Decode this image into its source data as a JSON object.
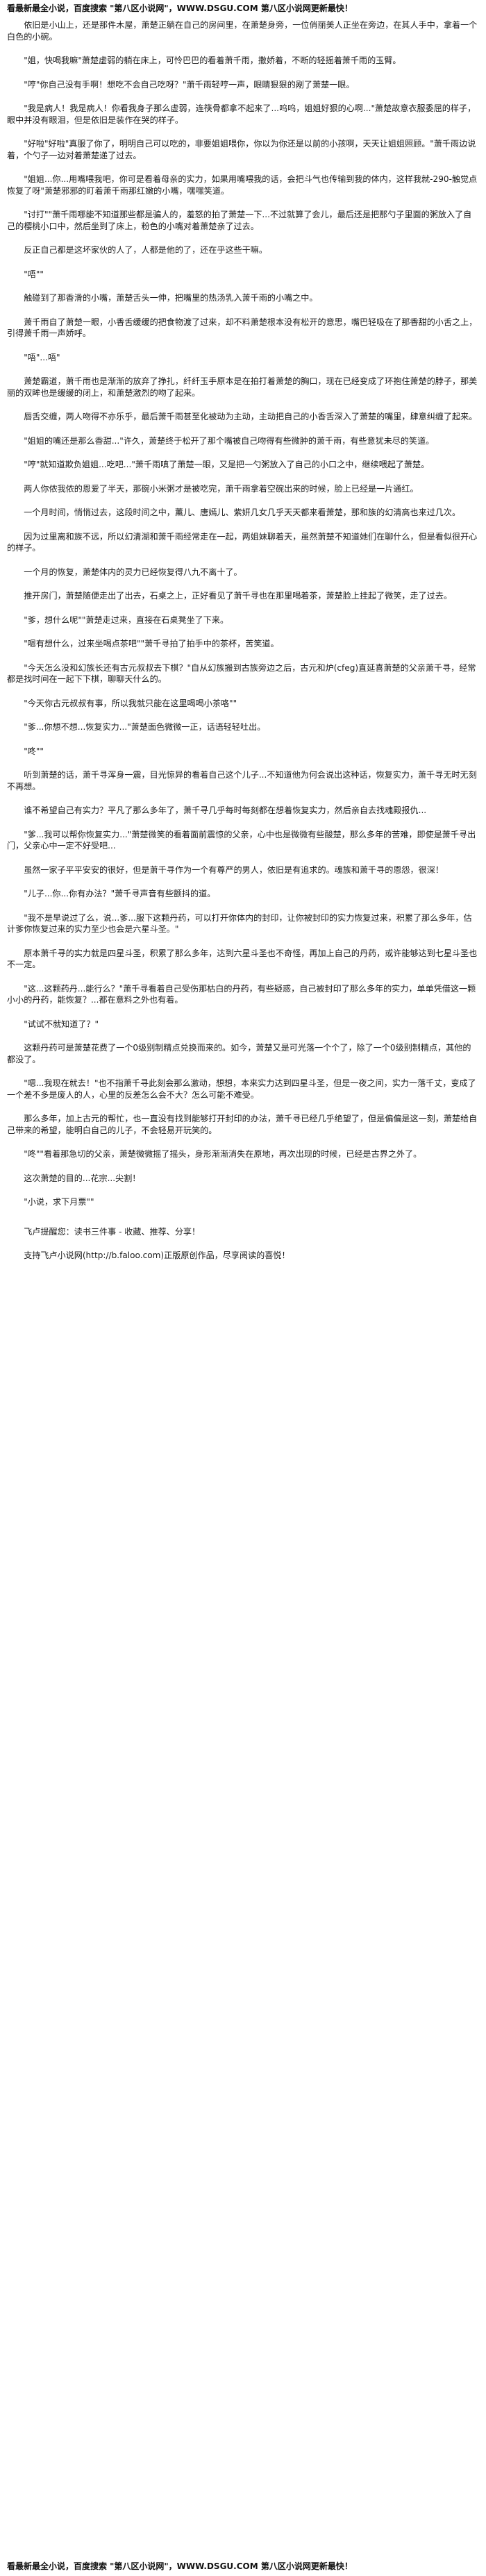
{
  "banner": {
    "top": "看最新最全小说，百度搜索 \"第八区小说网\"，WWW.DSGU.COM 第八区小说网更新最快！",
    "bottom": "看最新最全小说，百度搜索 \"第八区小说网\"，WWW.DSGU.COM 第八区小说网更新最快！"
  },
  "paragraphs": [
    "依旧是小山上，还是那件木屋，萧楚正躺在自己的房间里，在萧楚身旁，一位俏丽美人正坐在旁边，在其人手中，拿着一个白色的小碗。",
    "\"姐，快喝我嘛\"萧楚虚弱的躺在床上，可怜巴巴的看着萧千雨，撒娇着，不断的轻摇着萧千雨的玉臂。",
    "\"哼\"你自己没有手啊！想吃不会自己吃呀？\"萧千雨轻哼一声，眼睛狠狠的剐了萧楚一眼。",
    "\"我是病人！我是病人！你看我身子那么虚弱，连筷骨都拿不起来了...呜呜，姐姐好狠的心啊...\"萧楚故意衣服委屈的样子，眼中并没有眼泪，但是依旧是装作在哭的样子。",
    "\"好啦\"好啦\"真服了你了，明明自己可以吃的，非要姐姐喂你，你以为你还是以前的小孩啊，天天让姐姐照顾。\"萧千雨边说着，个勺子一边对着萧楚递了过去。",
    "\"姐姐...你...用嘴喂我吧，你可是看着母亲的实力，如果用嘴喂我的话，会把斗气也传输到我的体内，这样我就-290-触觉点恢复了呀\"萧楚邪邪的盯着萧千雨那红嫩的小嘴，嘿嘿笑道。",
    "\"讨打\"\"萧千雨哪能不知道那些都是骗人的，羞怒的拍了萧楚一下...不过就算了会儿，最后还是把那勺子里面的粥放入了自己的樱桃小口中，然后坐到了床上，粉色的小嘴对着萧楚亲了过去。",
    "反正自己都是这坏家伙的人了，人都是他的了，还在乎这些干嘛。",
    "\"唔\"\"",
    "触碰到了那香滑的小嘴，萧楚舌头一伸，把嘴里的热汤乳入萧千雨的小嘴之中。",
    "萧千雨自了萧楚一眼，小香舌缓缓的把食物渡了过来，却不料萧楚根本没有松开的意思，嘴巴轻吸在了那香甜的小舌之上，引得萧千雨一声娇呼。",
    "\"唔\"...唔\"",
    "萧楚霸道，萧千雨也是渐渐的放弃了挣扎，纤纤玉手原本是在拍打着萧楚的胸口，现在已经变成了环抱住萧楚的脖子，那美丽的双眸也是缓缓的闭上，和萧楚激烈的吻了起来。",
    "唇舌交缠，两人吻得不亦乐乎，最后萧千雨甚至化被动为主动，主动把自己的小香舌深入了萧楚的嘴里，肆意纠缠了起来。",
    "\"姐姐的嘴还是那么香甜...\"许久，萧楚终于松开了那个嘴被自己吻得有些微肿的萧千雨，有些意犹未尽的笑道。",
    "\"哼\"就知道欺负姐姐...吃吧...\"萧千雨嗔了萧楚一眼，又是把一勺粥放入了自己的小口之中，继续喂起了萧楚。",
    "两人你侬我侬的恩爱了半天，那碗小米粥才是被吃完，萧千雨拿着空碗出来的时候，脸上已经是一片通红。",
    "一个月时间，悄悄过去，这段时间之中，薰儿、唐嫣儿、紫妍几女几乎天天都来看萧楚，那和族的幻清高也来过几次。",
    "因为过里离和族不远，所以幻清湖和萧千雨经常走在一起，两姐妹聊着天，虽然萧楚不知道她们在聊什么，但是看似很开心的样子。",
    "一个月的恢复，萧楚体内的灵力已经恢复得八九不离十了。",
    "推开房门，萧楚随便走出了出去，石桌之上，正好看见了萧千寻也在那里喝着茶，萧楚脸上挂起了微笑，走了过去。",
    "\"爹，想什么呢\"\"萧楚走过来，直接在石桌凳坐了下来。",
    "\"嗯有想什么，过来坐喝点茶吧\"\"萧千寻拍了拍手中的茶杯，苦笑道。",
    "\"今天怎么没和幻族长还有古元叔叔去下棋？\"自从幻族搬到古族旁边之后，古元和炉(cfeg)直延喜萧楚的父亲萧千寻，经常都是找时间在一起下下棋，聊聊天什么的。",
    "\"今天你古元叔叔有事，所以我就只能在这里喝喝小茶咯\"\"",
    "\"爹...你想不想...恢复实力...\"萧楚面色微微一正，话语轻轻吐出。",
    "\"咚\"\"",
    "听到萧楚的话，萧千寻浑身一震，目光惊异的看着自己这个儿子...不知道他为何会说出这种话，恢复实力，萧千寻无时无刻不再想。",
    "谁不希望自己有实力？平凡了那么多年了，萧千寻几乎每时每刻都在想着恢复实力，然后亲自去找魂殿报仇...",
    "\"爹...我可以帮你恢复实力...\"萧楚微笑的看着面前震惊的父亲，心中也是微微有些酸楚，那么多年的苦难，即使是萧千寻出门，父亲心中一定不好受吧...",
    "虽然一家子平平安安的很好，但是萧千寻作为一个有尊严的男人，依旧是有追求的。魂族和萧千寻的恩怨，很深！",
    "\"儿子...你...你有办法？\"萧千寻声音有些颤抖的道。",
    "\"我不是早说过了么，说...爹...服下这颗丹药，可以打开你体内的封印，让你被封印的实力恢复过来，积累了那么多年，估计爹你恢复过来的实力至少也会是六星斗圣。\"",
    "原本萧千寻的实力就是四星斗圣，积累了那么多年，达到六星斗圣也不奇怪，再加上自己的丹药，或许能够达到七星斗圣也不一定。",
    "\"这...这颗药丹...能行么？\"萧千寻看着自己受伤那枯白的丹药，有些疑惑，自己被封印了那么多年的实力，单单凭借这一颗小小的丹药，能恢复？...都在意料之外也有着。",
    "\"试试不就知道了？\"",
    "这颗丹药可是萧楚花费了一个0级别制精点兑换而来的。如今，萧楚又是可光落一个个了，除了一个0级别制精点，其他的都没了。",
    "\"嗯...我现在就去！\"也不指萧千寻此刻会那么激动，想想，本来实力达到四星斗圣，但是一夜之间，实力一落千丈，变成了一个差不多是废人的人，心里的反差怎么会不大？怎么可能不难受。",
    "那么多年，加上古元的帮忙，也一直没有找到能够打开封印的办法，萧千寻已经几乎绝望了，但是偏偏是这一刻，萧楚给自己带来的希望，能明白自己的儿子，不会轻易开玩笑的。",
    "\"咚\"\"看着那急切的父亲，萧楚微微摇了摇头，身形渐渐消失在原地，再次出现的时候，已经是古界之外了。",
    "这次萧楚的目的...花宗...尖割！",
    "\"小说，求下月票\"\""
  ],
  "footer": {
    "recommend": "飞卢提醒您：读书三件事 - 收藏、推荐、分享！",
    "support": "支持飞卢小说网(http://b.faloo.com)正版原创作品，尽享阅读的喜悦！"
  }
}
